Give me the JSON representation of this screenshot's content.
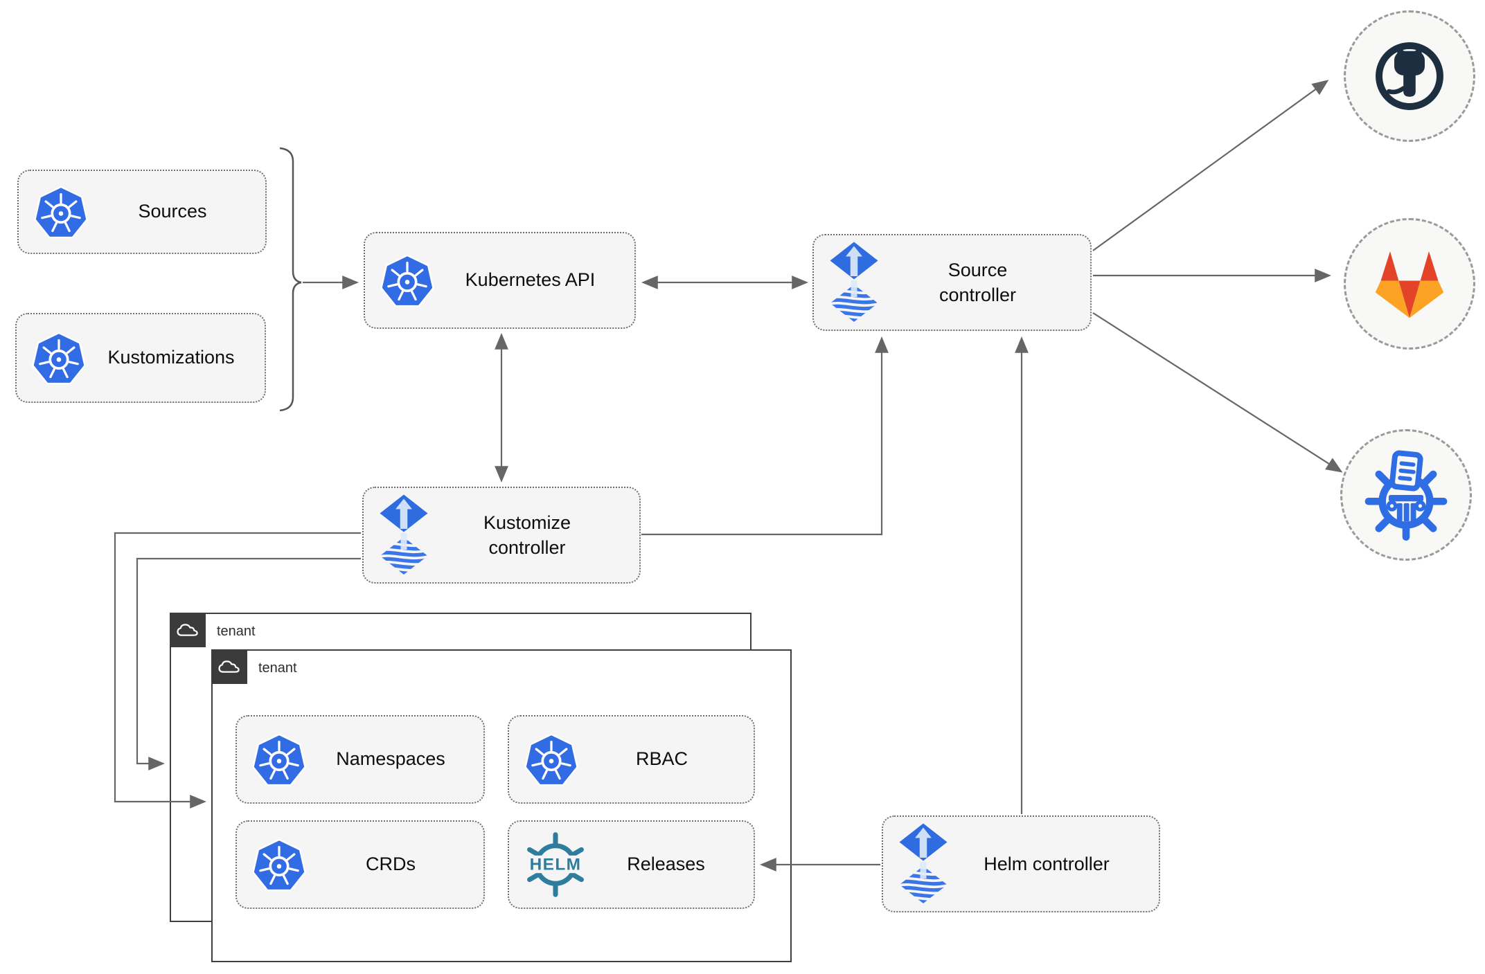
{
  "nodes": {
    "sources": {
      "label": "Sources",
      "icon": "kubernetes-icon"
    },
    "kustomizations": {
      "label": "Kustomizations",
      "icon": "kubernetes-icon"
    },
    "kubernetes_api": {
      "label": "Kubernetes API",
      "icon": "kubernetes-icon"
    },
    "source_controller": {
      "label": "Source controller",
      "icon": "flux-icon"
    },
    "kustomize_controller": {
      "label": "Kustomize controller",
      "icon": "flux-icon"
    },
    "helm_controller": {
      "label": "Helm controller",
      "icon": "flux-icon"
    },
    "namespaces": {
      "label": "Namespaces",
      "icon": "kubernetes-icon"
    },
    "rbac": {
      "label": "RBAC",
      "icon": "kubernetes-icon"
    },
    "crds": {
      "label": "CRDs",
      "icon": "kubernetes-icon"
    },
    "releases": {
      "label": "Releases",
      "icon": "helm-wheel-icon",
      "icon_text": "HELM"
    }
  },
  "groups": {
    "tenant_outer": {
      "label": "tenant",
      "icon": "cloud-icon"
    },
    "tenant_inner": {
      "label": "tenant",
      "icon": "cloud-icon"
    }
  },
  "endpoints": {
    "github": {
      "icon": "github-icon"
    },
    "gitlab": {
      "icon": "gitlab-icon"
    },
    "chart_repository": {
      "icon": "chartmuseum-icon"
    }
  },
  "colors": {
    "kubernetes_blue": "#326ce5",
    "flux_blue": "#2e6ce0",
    "flux_light": "#cfdff7",
    "helm_teal": "#2e7d9c",
    "chartmuseum_blue": "#2f6de5",
    "github_dark": "#1c2e40",
    "gitlab_red_orange": "#e24329",
    "gitlab_amber": "#fca326",
    "line_gray": "#666666",
    "node_fill": "#f5f5f5",
    "node_border": "#6e6e6e",
    "tenant_border": "#3f3f3f",
    "tenant_badge": "#3b3b3b"
  }
}
